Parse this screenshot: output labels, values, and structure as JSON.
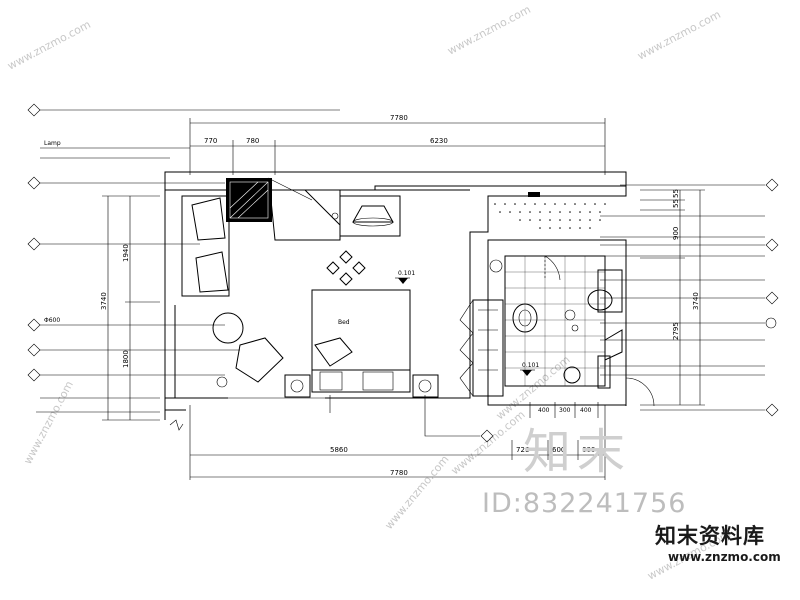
{
  "dimensions": {
    "top_total": "7780",
    "top_seg1": "770",
    "top_seg2": "780",
    "top_seg3": "6230",
    "bottom_seg1": "5860",
    "bottom_seg2": "726",
    "bottom_seg3": "600",
    "bottom_seg4": "600",
    "bottom_total": "7780",
    "left_total": "3740",
    "left_seg1": "1940",
    "left_seg2": "1800",
    "right_total": "3740",
    "right_seg1": "2795",
    "right_seg2": "900",
    "right_seg3": "55",
    "right_seg4": "55",
    "bath_seg1": "400",
    "bath_seg2": "300",
    "bath_seg3": "400"
  },
  "labels": {
    "bed_tag": "Bed",
    "mark_101": "0.101",
    "mark_101b": "0.101",
    "left_note1": "Φ600",
    "top_note": "Lamp"
  },
  "watermarks": {
    "site": "www.znzmo.com",
    "big_logo": "知末",
    "id": "ID:832241756",
    "brand": "知末资料库",
    "brand_url": "www.znzmo.com"
  }
}
